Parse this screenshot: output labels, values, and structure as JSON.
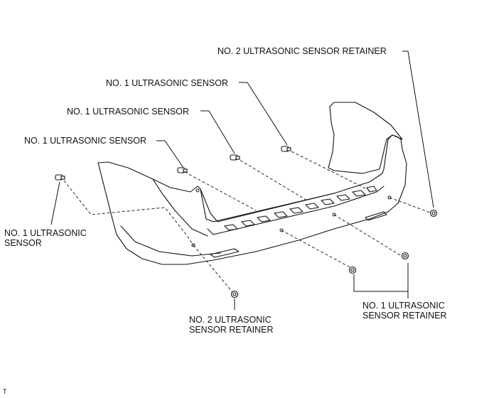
{
  "labels": {
    "no2_sensor_retainer_top": "NO. 2 ULTRASONIC SENSOR RETAINER",
    "no1_sensor_a": "NO. 1 ULTRASONIC SENSOR",
    "no1_sensor_b": "NO. 1 ULTRASONIC SENSOR",
    "no1_sensor_c": "NO. 1 ULTRASONIC SENSOR",
    "no1_sensor_left": [
      "NO. 1 ULTRASONIC",
      "SENSOR"
    ],
    "no2_sensor_retainer_bottom": [
      "NO. 2 ULTRASONIC",
      "SENSOR RETAINER"
    ],
    "no1_sensor_retainer": [
      "NO. 1 ULTRASONIC",
      "SENSOR RETAINER"
    ]
  },
  "corner_code": "T",
  "colors": {
    "line": "#111111",
    "leader": "#111111"
  }
}
